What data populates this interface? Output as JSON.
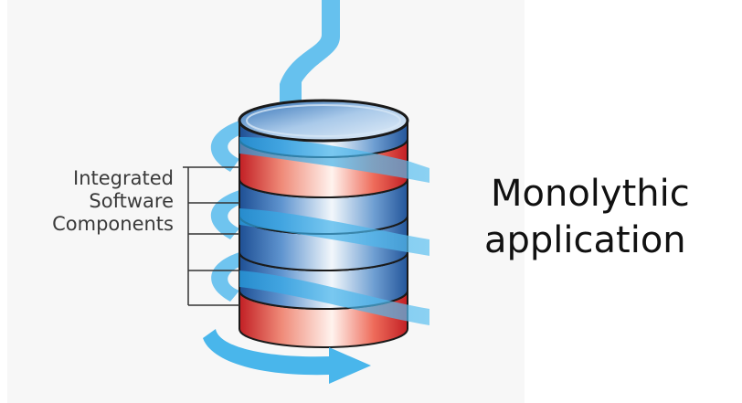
{
  "labels": {
    "line1": "Integrated",
    "line2": "Software",
    "line3": "Components"
  },
  "caption": {
    "line1": "Monolythic",
    "line2": "application"
  },
  "colors": {
    "panel": "#f7f7f7",
    "arrow": "#3fb2ea",
    "band_red": "#d8232a",
    "band_blue": "#2f6fb5",
    "outline": "#1a1a1a"
  }
}
